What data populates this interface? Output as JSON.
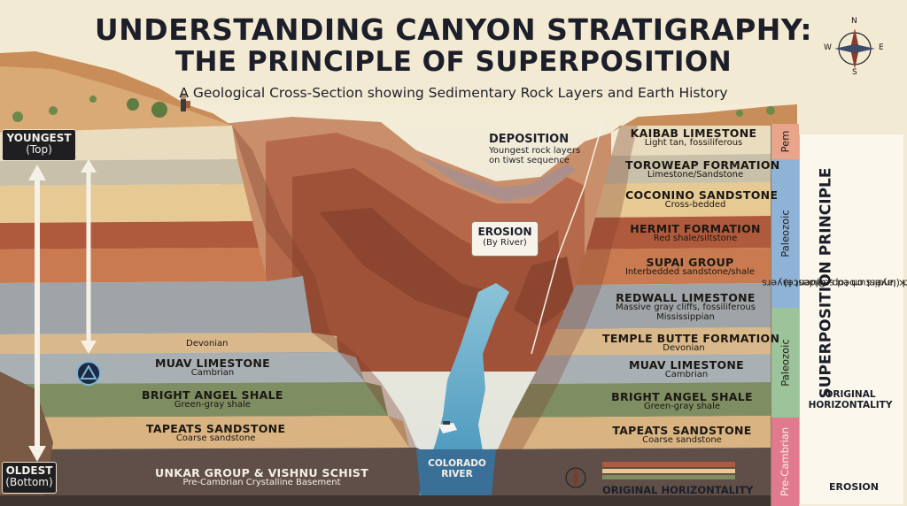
{
  "header": {
    "title_line1": "UNDERSTANDING CANYON STRATIGRAPHY:",
    "title_line2": "THE PRINCIPLE OF SUPERPOSITION",
    "subtitle": "A Geological Cross-Section showing Sedimentary Rock Layers and Earth History"
  },
  "compass": {
    "north": "N",
    "south": "S",
    "east": "E",
    "west": "W"
  },
  "age_arrow": {
    "youngest_label": "YOUNGEST",
    "youngest_sub": "(Top)",
    "oldest_label": "OLDEST",
    "oldest_sub": "(Bottom)"
  },
  "left_layers": [
    {
      "name": "",
      "desc": "Devonian"
    },
    {
      "name": "MUAV LIMESTONE",
      "desc": "Cambrian"
    },
    {
      "name": "BRIGHT ANGEL SHALE",
      "desc": "Green-gray shale"
    },
    {
      "name": "TAPEATS SANDSTONE",
      "desc": "Coarse sandstone"
    },
    {
      "name": "UNKAR GROUP & VISHNU SCHIST",
      "desc": "Pre-Cambrian Crystalline Basement"
    }
  ],
  "right_layers": [
    {
      "name": "KAIBAB LIMESTONE",
      "desc": "Light tan, fossiliferous"
    },
    {
      "name": "TOROWEAP FORMATION",
      "desc": "Limestone/Sandstone"
    },
    {
      "name": "COCONINO SANDSTONE",
      "desc": "Cross-bedded"
    },
    {
      "name": "HERMIT FORMATION",
      "desc": "Red shale/siltstone"
    },
    {
      "name": "SUPAI GROUP",
      "desc": "Interbedded sandstone/shale"
    },
    {
      "name": "REDWALL LIMESTONE",
      "desc": "Massive gray cliffs, fossiliferous",
      "desc2": "Mississippian"
    },
    {
      "name": "TEMPLE BUTTE FORMATION",
      "desc": "Devonian"
    },
    {
      "name": "MUAV LIMESTONE",
      "desc": "Cambrian"
    },
    {
      "name": "BRIGHT ANGEL SHALE",
      "desc": "Green-gray shale"
    },
    {
      "name": "TAPEATS SANDSTONE",
      "desc": "Coarse sandstone"
    }
  ],
  "eras": {
    "pem": "Pem",
    "paleozoic_upper": "Paleozoic",
    "paleozoic_lower": "Paleozoic",
    "precambrian": "Pre-Cambrian"
  },
  "callouts": {
    "deposition_title": "DEPOSITION",
    "deposition_text_1": "Youngest rock layers",
    "deposition_text_2": "on tiwst sequence",
    "erosion_title": "EROSION",
    "erosion_sub": "(By River)",
    "river_line1": "COLORADO",
    "river_line2": "RIVER"
  },
  "principle": {
    "title": "SUPERPOSITION PRINCIPLE",
    "text_line1": "Youngest rock layers on top, Oldest layers",
    "text_line2": "at the bottom (undisturbed sequence)",
    "inset_title_1": "ORIGINAL",
    "inset_title_2": "HORIZONTALITY",
    "inset_caption": "EROSION"
  },
  "legend": {
    "horizontality_label": "ORIGINAL HORIZONTALITY"
  },
  "colors": {
    "background": "#f3ead3",
    "kaibab": "#e9dcbf",
    "toroweap": "#c9c0aa",
    "coconino": "#e6c993",
    "hermit": "#b05a3d",
    "supai": "#c97a50",
    "redwall": "#9fa4a8",
    "temple_butte": "#d9b98c",
    "muav": "#a9b0b4",
    "bright_angel": "#7f8d62",
    "tapeats": "#d9b482",
    "basement": "#5f4f48",
    "river": "#5ba6c9"
  }
}
